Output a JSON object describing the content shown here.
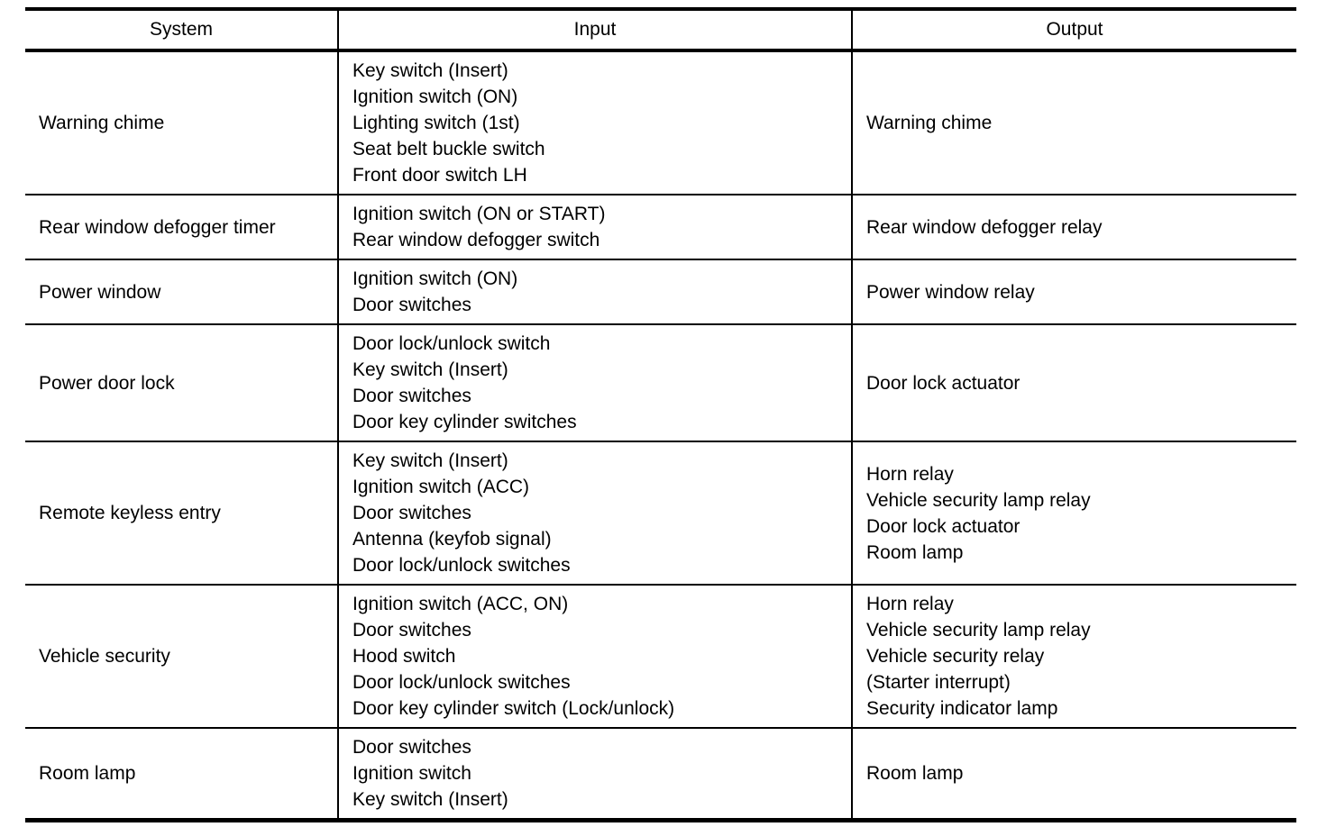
{
  "colors": {
    "background": "#ffffff",
    "border": "#000000",
    "text": "#000000"
  },
  "table": {
    "headers": {
      "system": "System",
      "input": "Input",
      "output": "Output"
    },
    "rows": [
      {
        "system": "Warning chime",
        "inputs": [
          "Key switch (Insert)",
          "Ignition switch (ON)",
          "Lighting switch (1st)",
          "Seat belt buckle switch",
          "Front door switch LH"
        ],
        "outputs": [
          "Warning chime"
        ]
      },
      {
        "system": "Rear window defogger timer",
        "inputs": [
          "Ignition switch (ON or START)",
          "Rear window defogger switch"
        ],
        "outputs": [
          "Rear window defogger relay"
        ]
      },
      {
        "system": "Power window",
        "inputs": [
          "Ignition switch (ON)",
          "Door switches"
        ],
        "outputs": [
          "Power window relay"
        ]
      },
      {
        "system": "Power door lock",
        "inputs": [
          "Door lock/unlock switch",
          "Key switch (Insert)",
          "Door switches",
          "Door key cylinder switches"
        ],
        "outputs": [
          "Door lock actuator"
        ]
      },
      {
        "system": "Remote keyless entry",
        "inputs": [
          "Key switch (Insert)",
          "Ignition switch (ACC)",
          "Door switches",
          "Antenna (keyfob signal)",
          "Door lock/unlock switches"
        ],
        "outputs": [
          "Horn relay",
          "Vehicle security lamp relay",
          "Door lock actuator",
          "Room lamp"
        ]
      },
      {
        "system": "Vehicle security",
        "inputs": [
          "Ignition switch (ACC, ON)",
          "Door switches",
          "Hood switch",
          "Door lock/unlock switches",
          "Door key cylinder switch (Lock/unlock)"
        ],
        "outputs": [
          "Horn relay",
          "Vehicle security lamp relay",
          "Vehicle security relay",
          "(Starter interrupt)",
          "Security indicator lamp"
        ]
      },
      {
        "system": "Room lamp",
        "inputs": [
          "Door switches",
          "Ignition switch",
          "Key switch (Insert)"
        ],
        "outputs": [
          "Room lamp"
        ]
      }
    ]
  }
}
